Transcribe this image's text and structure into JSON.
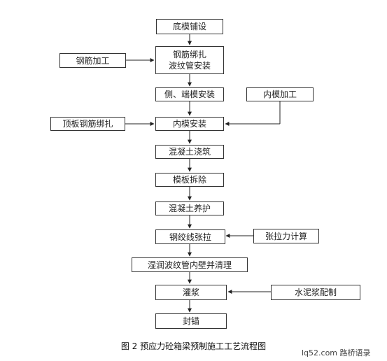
{
  "steps": [
    {
      "id": "s1",
      "label": "底模铺设"
    },
    {
      "id": "s2",
      "label": "钢筋绑扎\n波纹管安装"
    },
    {
      "id": "s3",
      "label": "侧、端模安装"
    },
    {
      "id": "s4",
      "label": "内模安装"
    },
    {
      "id": "s5",
      "label": "混凝土浇筑"
    },
    {
      "id": "s6",
      "label": "模板拆除"
    },
    {
      "id": "s7",
      "label": "混凝土养护"
    },
    {
      "id": "s8",
      "label": "钢绞线张拉"
    },
    {
      "id": "s9",
      "label": "湿润波纹管内壁并清理"
    },
    {
      "id": "s10",
      "label": "灌浆"
    },
    {
      "id": "s11",
      "label": "封锚"
    }
  ],
  "side": [
    {
      "id": "a1",
      "label": "钢筋加工"
    },
    {
      "id": "a2",
      "label": "内模加工"
    },
    {
      "id": "a3",
      "label": "顶板钢筋绑扎"
    },
    {
      "id": "a4",
      "label": "张拉力计算"
    },
    {
      "id": "a5",
      "label": "水泥浆配制"
    }
  ],
  "caption": "图 2  预应力砼箱梁预制施工工艺流程图",
  "watermark": "lq52.com 路桥语录"
}
